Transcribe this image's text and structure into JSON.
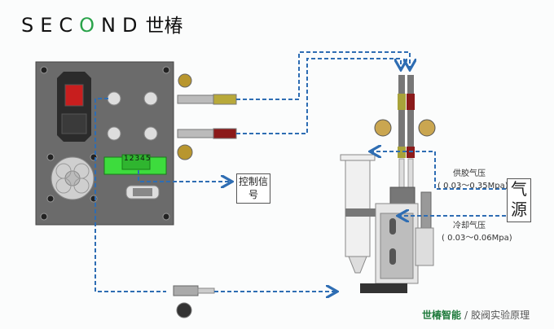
{
  "logo": {
    "brand_prefix": "SEC",
    "brand_o": "O",
    "brand_suffix": "ND",
    "brand_cn": "世椿"
  },
  "panel": {
    "terminal_numbers": "12345"
  },
  "labels": {
    "control_signal": "控制信号",
    "air_source": "气源",
    "supply_pressure_title": "供胶气压",
    "supply_pressure_range": "( 0.03～0.35Mpa)",
    "cooling_pressure_title": "冷却气压",
    "cooling_pressure_range": "( 0.03～0.06Mpa)"
  },
  "footer": {
    "company": "世椿智能",
    "separator": "/",
    "title": "胶阀实验原理"
  },
  "colors": {
    "line": "#2e6db3",
    "panel": "#6b6b6b",
    "terminal": "#3ddc3d",
    "switch": "#c81e1e",
    "brand_green": "#1f7a3c"
  }
}
